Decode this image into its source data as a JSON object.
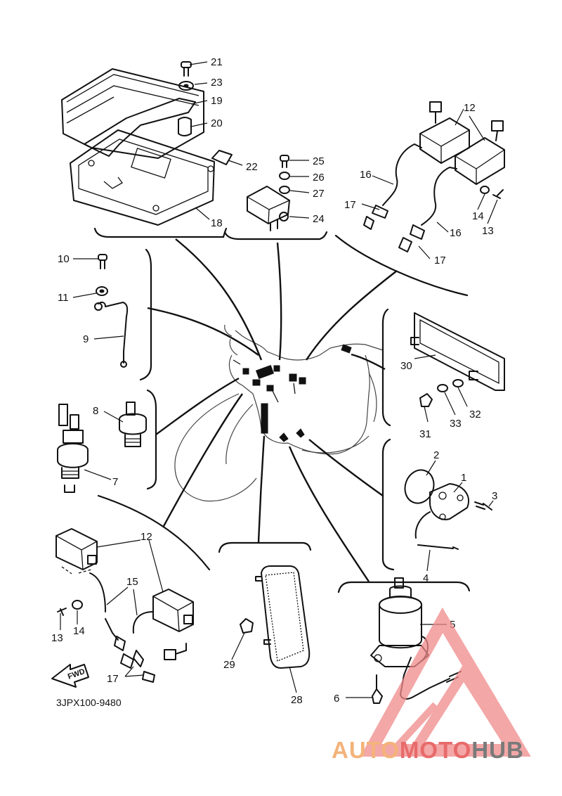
{
  "drawing_code": "3JPX100-9480",
  "fwd_label": "FWD",
  "labels": {
    "p1": "1",
    "p2": "2",
    "p3": "3",
    "p4": "4",
    "p5": "5",
    "p6": "6",
    "p7": "7",
    "p8": "8",
    "p9": "9",
    "p10": "10",
    "p11": "11",
    "p12_top": "12",
    "p12_bottom": "12",
    "p13_top": "13",
    "p13_bottom": "13",
    "p14_top": "14",
    "p14_bottom": "14",
    "p15": "15",
    "p16_a": "16",
    "p16_b": "16",
    "p17_a": "17",
    "p17_b": "17",
    "p17_c": "17",
    "p18": "18",
    "p19": "19",
    "p20": "20",
    "p21": "21",
    "p22": "22",
    "p23": "23",
    "p24": "24",
    "p25": "25",
    "p26": "26",
    "p27": "27",
    "p28": "28",
    "p29": "29",
    "p30": "30",
    "p31": "31",
    "p32": "32",
    "p33": "33"
  },
  "watermark": {
    "part1": "AUTO",
    "part2": "MOTO",
    "part3": "HUB",
    "colors": {
      "part1": "#f4b37a",
      "part2": "#e86a6a",
      "part3": "#7a7a7a",
      "logo": "#f08a8a"
    }
  },
  "icons": {
    "fwd": "fwd-arrow-icon",
    "logo": "triangle-logo-icon"
  }
}
